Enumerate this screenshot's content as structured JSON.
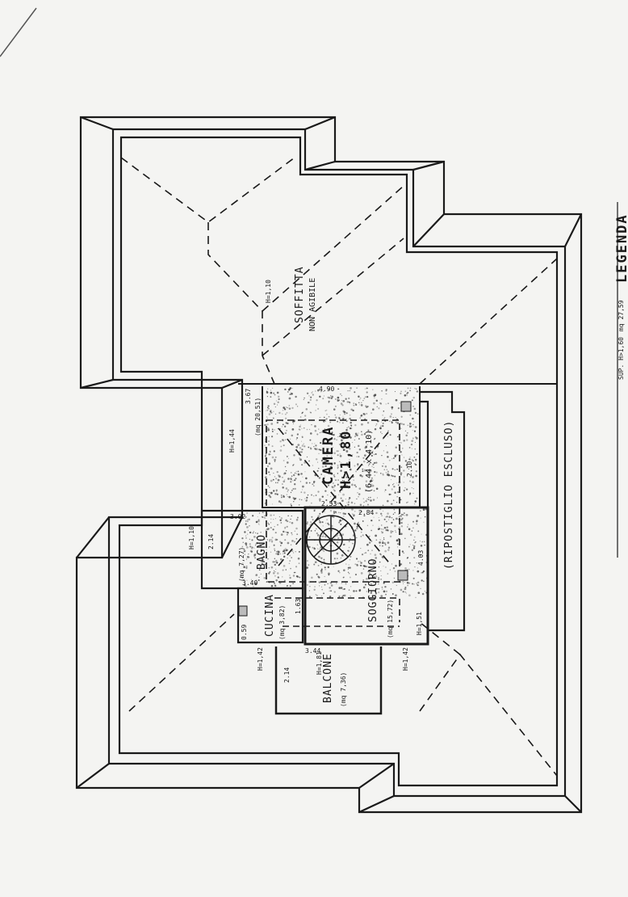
{
  "plan": {
    "attic": {
      "label_1": "SOFFITTA",
      "label_2": "NON AGIBILE",
      "height": "H=1,10"
    },
    "camera": {
      "label": "CAMERA",
      "height": "H>1,80",
      "dims": "(6,44 x 4,10)",
      "area": "(mq 20,51)",
      "dim_a": "3.67",
      "dim_b": "4.90",
      "dim_c": "2.53",
      "dim_d": "2.10"
    },
    "bagno": {
      "label": "BAGNO",
      "area": "(mq 7,27)",
      "height": "H=1,10",
      "dim_a": "2.14",
      "dim_b": "3.02",
      "dim_c": "3.40"
    },
    "cucina": {
      "label": "CUCINA",
      "area": "(mq 3,82)",
      "dim_a": "0.59",
      "dim_b": "1.63"
    },
    "soggiorno": {
      "label": "SOGGIORNO",
      "area": "(mq 15,72)",
      "dim_a": "4.03",
      "dim_b": "2.84",
      "height": "H=1,51"
    },
    "balcone": {
      "label": "BALCONE",
      "area": "(mq 7,36)",
      "height": "H=1,81",
      "dim_a": "2.14",
      "dim_b": "3.44"
    },
    "ripostiglio": {
      "label": "(RIPOSTIGLIO ESCLUSO)"
    },
    "heights": {
      "left": "H=1,44",
      "cucina_ext": "H=1,42",
      "soggiorno_ext": "H=1,42"
    }
  },
  "legend": {
    "title": "LEGENDA",
    "area": "mq 27,59",
    "sup": "SUP. H>1,60"
  },
  "colors": {
    "ink": "#1a1a1a",
    "paper": "#f4f4f2"
  }
}
